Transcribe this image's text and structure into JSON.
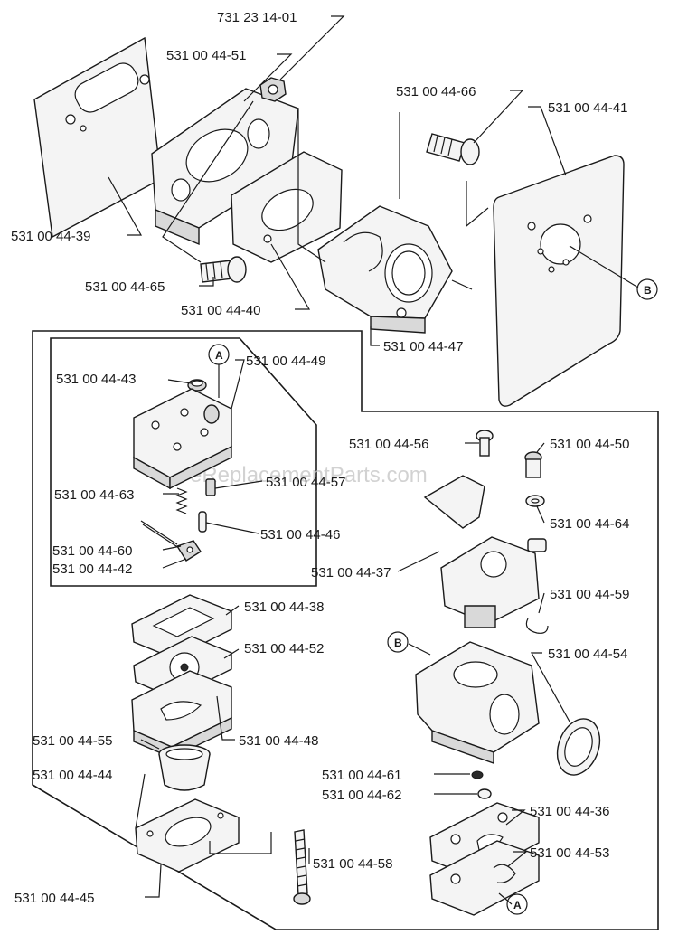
{
  "watermark": "eReplacementParts.com",
  "callouts": {
    "a": "A",
    "b": "B"
  },
  "labels": {
    "p731_23_14_01": "731 23 14-01",
    "p51": "531 00 44-51",
    "p66": "531 00 44-66",
    "p41": "531 00 44-41",
    "p39": "531 00 44-39",
    "p65": "531 00 44-65",
    "p40": "531 00 44-40",
    "p47": "531 00 44-47",
    "p43": "531 00 44-43",
    "p49": "531 00 44-49",
    "p56": "531 00 44-56",
    "p50": "531 00 44-50",
    "p63": "531 00 44-63",
    "p57": "531 00 44-57",
    "p64": "531 00 44-64",
    "p46": "531 00 44-46",
    "p60": "531 00 44-60",
    "p42": "531 00 44-42",
    "p37": "531 00 44-37",
    "p59": "531 00 44-59",
    "p38": "531 00 44-38",
    "p52": "531 00 44-52",
    "p54": "531 00 44-54",
    "p55": "531 00 44-55",
    "p48": "531 00 44-48",
    "p44": "531 00 44-44",
    "p61": "531 00 44-61",
    "p62": "531 00 44-62",
    "p36": "531 00 44-36",
    "p53": "531 00 44-53",
    "p58": "531 00 44-58",
    "p45": "531 00 44-45"
  }
}
